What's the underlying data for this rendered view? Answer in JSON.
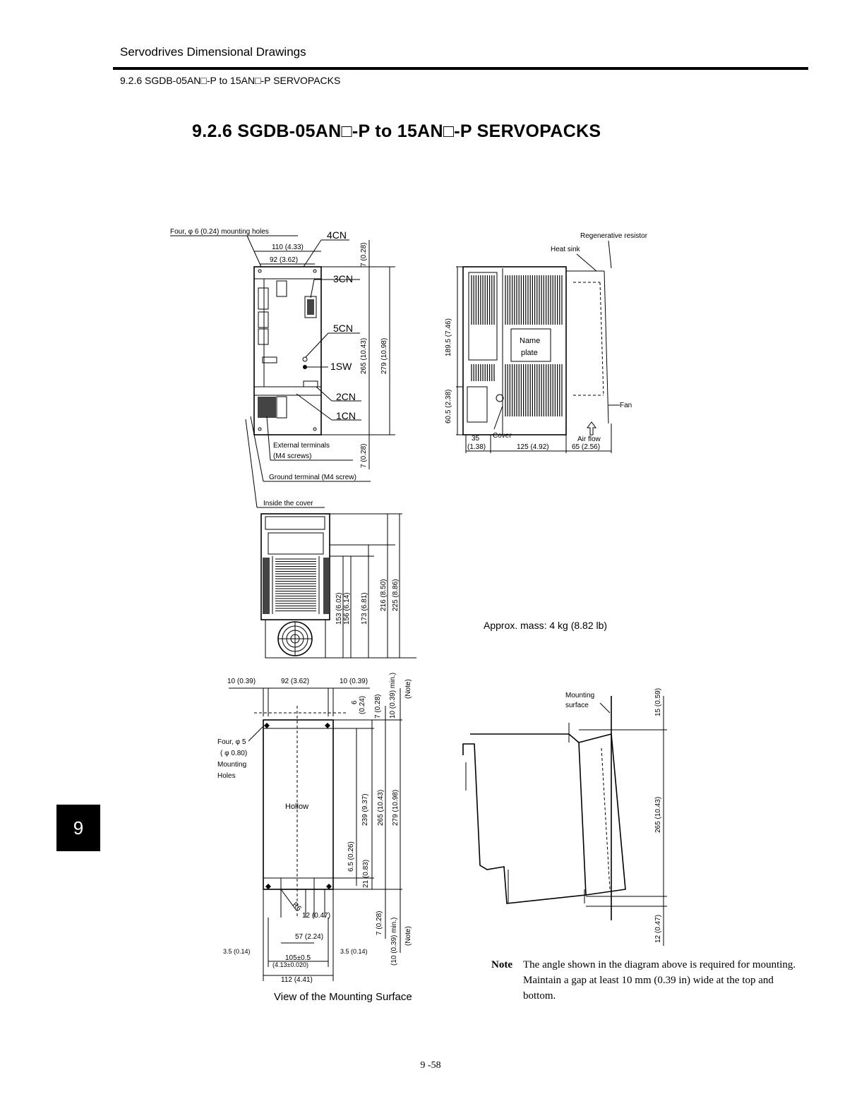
{
  "header": {
    "title": "Servodrives Dimensional Drawings",
    "subtitle": "9.2.6  SGDB-05AN□-P to 15AN□-P SERVOPACKS"
  },
  "section_title": "9.2.6  SGDB-05AN□-P to 15AN□-P SERVOPACKS",
  "chapter_tab": "9",
  "front_view": {
    "mounting_holes": "Four, φ 6 (0.24) mounting holes",
    "connectors": [
      "4CN",
      "3CN",
      "5CN",
      "1SW",
      "2CN",
      "1CN"
    ],
    "dims": {
      "width": "110 (4.33)",
      "hole_pitch": "92 (3.62)",
      "top": "7 (0.28)",
      "height_inner": "265 (10.43)",
      "height": "279 (10.98)",
      "bottom": "7 (0.28)"
    },
    "external_terminals": "External terminals",
    "external_terminals_screw": "(M4 screws)",
    "ground_terminal": "Ground terminal (M4 screw)",
    "inside_cover": "Inside the cover"
  },
  "side_view": {
    "regenerative_resistor": "Regenerative resistor",
    "heat_sink": "Heat sink",
    "name_plate_line1": "Name",
    "name_plate_line2": "plate",
    "fan": "Fan",
    "cover": "Cover",
    "air_flow": "Air flow",
    "dims": {
      "upper": "189.5 (7.46)",
      "lower": "60.5 (2.38)",
      "d35": "35",
      "d35_in": "(1.38)",
      "d125": "125 (4.92)",
      "d65": "65 (2.56)"
    }
  },
  "bottom_view": {
    "dims": [
      "153 (6.02)",
      "156 (6.14)",
      "173 (6.81)",
      "216 (8.50)",
      "225 (8.86)"
    ]
  },
  "mass": "Approx. mass: 4 kg (8.82 lb)",
  "mounting_view": {
    "top_dims": [
      "10 (0.39)",
      "92 (3.62)",
      "10 (0.39)"
    ],
    "right_top_dims": [
      "6",
      "(0.24)",
      "7 (0.28)",
      "10 (0.39) min.)",
      "(Note)"
    ],
    "holes_line1": "Four, φ 5",
    "holes_line2": "( φ 0.80)",
    "holes_line3": "Mounting",
    "holes_line4": "Holes",
    "hollow": "Hollow",
    "vert_dims": [
      "239 (9.37)",
      "265 (10.43)",
      "279 (10.98)",
      "6.5 (0.26)",
      "21 (0.83)",
      "7 (0.28)",
      "(10 (0.39) min.)",
      "(Note)"
    ],
    "r_label": "R6",
    "d12": "12 (0.47)",
    "d57": "57 (2.24)",
    "d35_left": "3.5 (0.14)",
    "d105": "105±0.5",
    "d105_in": "(4.13±0.020)",
    "d35_right": "3.5 (0.14)",
    "d112": "112 (4.41)"
  },
  "caption": "View of the Mounting Surface",
  "angle_view": {
    "mounting_surface_1": "Mounting",
    "mounting_surface_2": "surface",
    "d15": "15 (0.59)",
    "d265": "265 (10.43)",
    "d12": "12 (0.47)"
  },
  "note": {
    "label": "Note",
    "text": "The angle shown in the diagram above is required for mounting. Maintain a gap at least 10 mm (0.39 in) wide at the top and bottom."
  },
  "page_number": "9 -58"
}
